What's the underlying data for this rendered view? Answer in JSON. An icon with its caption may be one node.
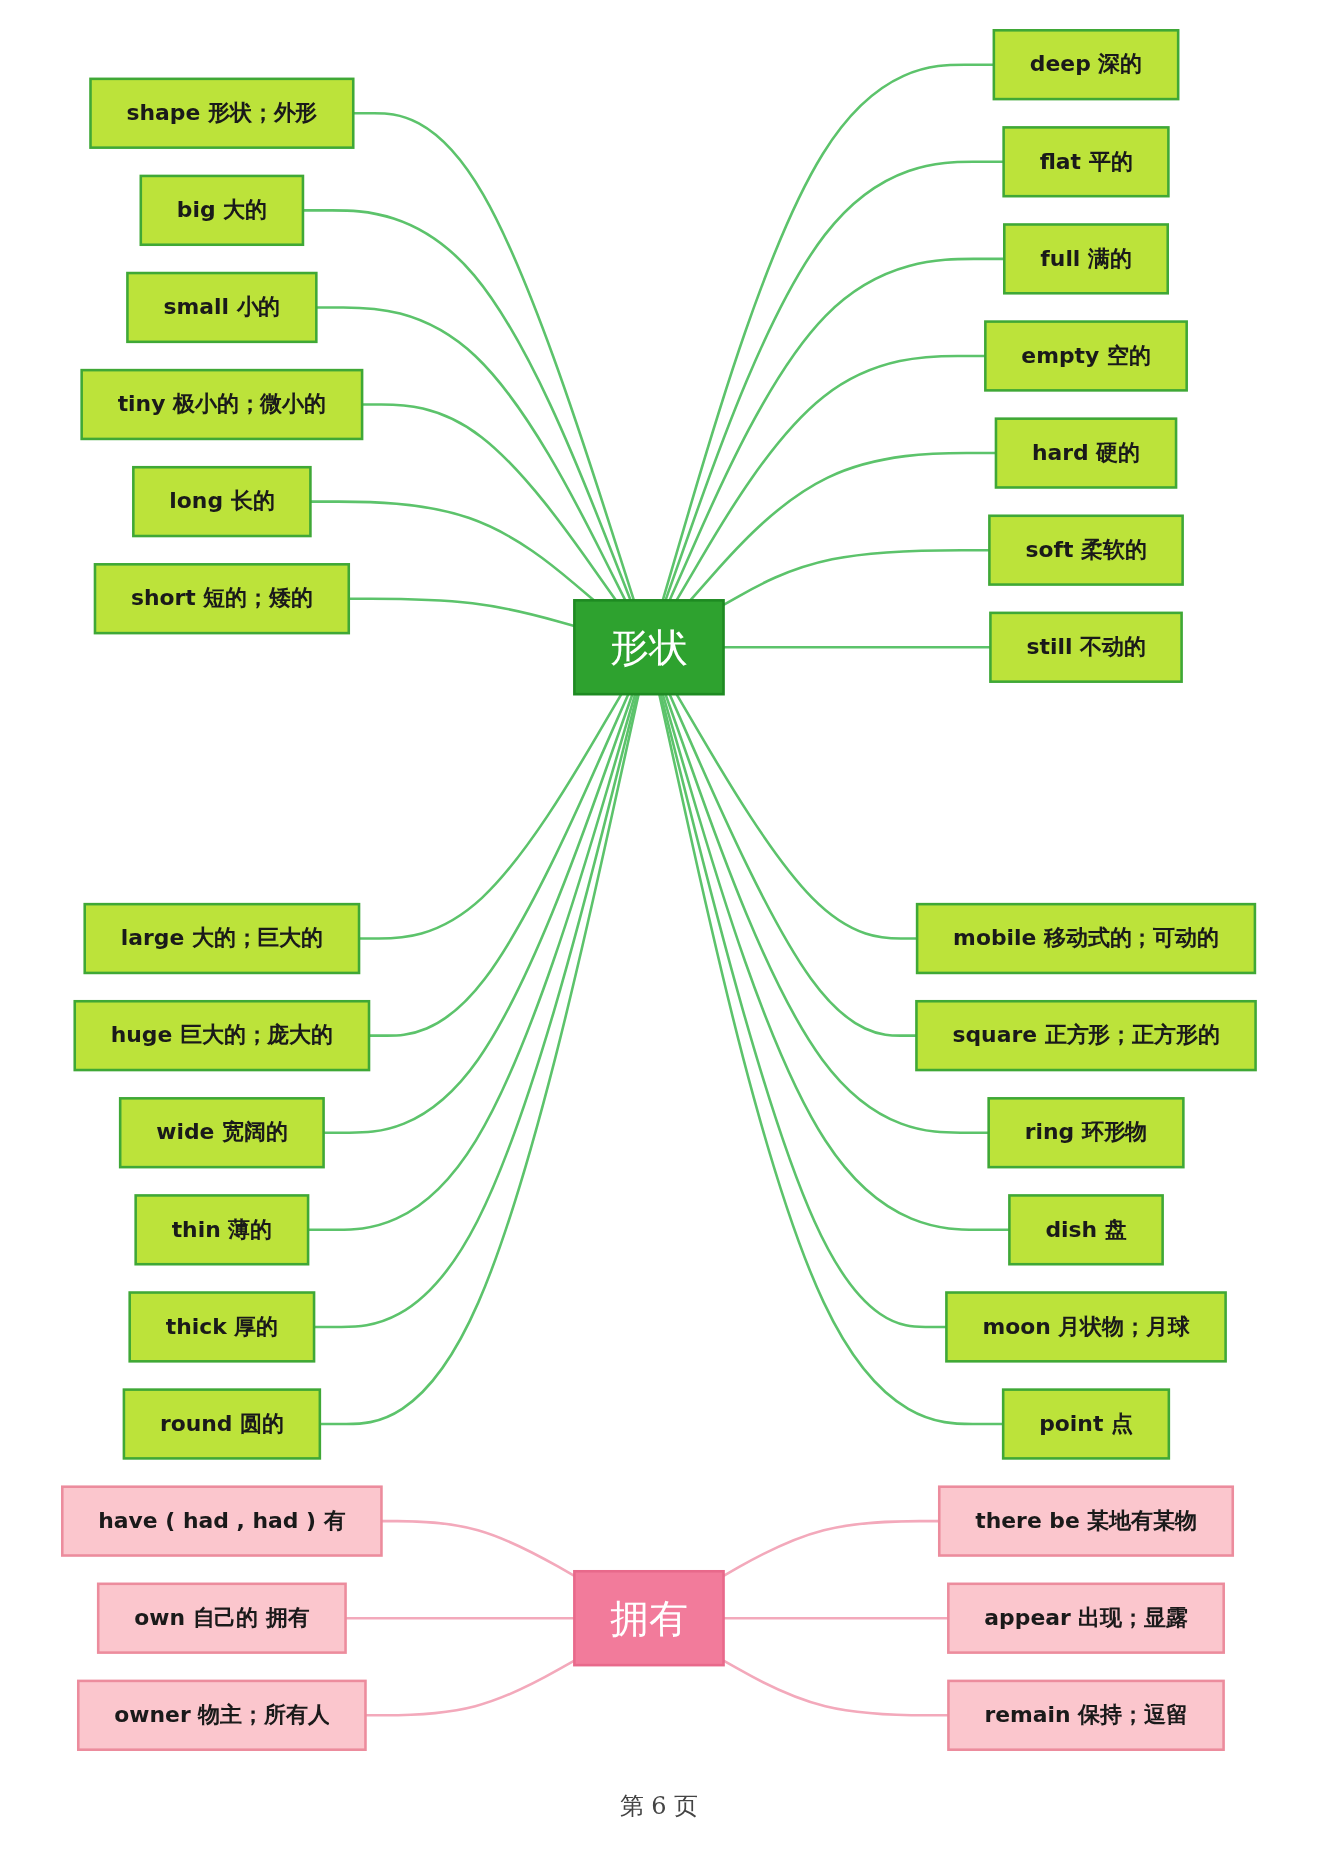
{
  "diagram": {
    "nodes": [
      {
        "text": [
          "形状"
        ]
      },
      {
        "text": [
          "shape 形状；外形"
        ]
      },
      {
        "text": [
          "big 大的"
        ]
      },
      {
        "text": [
          "small 小的"
        ]
      },
      {
        "text": [
          "tiny 极小的；微小的"
        ]
      },
      {
        "text": [
          "long 长的"
        ]
      },
      {
        "text": [
          "short 短的；矮的"
        ]
      },
      {
        "text": [
          "large 大的；巨大的"
        ]
      },
      {
        "text": [
          "huge 巨大的；庞大的"
        ]
      },
      {
        "text": [
          "wide 宽阔的"
        ]
      },
      {
        "text": [
          "thin 薄的"
        ]
      },
      {
        "text": [
          "thick 厚的"
        ]
      },
      {
        "text": [
          "round 圆的"
        ]
      },
      {
        "text": [
          "deep 深的"
        ]
      },
      {
        "text": [
          "flat 平的"
        ]
      },
      {
        "text": [
          "full 满的"
        ]
      },
      {
        "text": [
          "empty 空的"
        ]
      },
      {
        "text": [
          "hard 硬的"
        ]
      },
      {
        "text": [
          "soft 柔软的"
        ]
      },
      {
        "text": [
          "still 不动的"
        ]
      },
      {
        "text": [
          "mobile 移动式的；可动的"
        ]
      },
      {
        "text": [
          "square 正方形；正方形的"
        ]
      },
      {
        "text": [
          "ring 环形物"
        ]
      },
      {
        "text": [
          "dish 盘"
        ]
      },
      {
        "text": [
          "moon 月状物；月球"
        ]
      },
      {
        "text": [
          "point 点"
        ]
      },
      {
        "text": [
          "拥有"
        ]
      },
      {
        "text": [
          "have ( had , had ) 有"
        ]
      },
      {
        "text": [
          "own 自己的 拥有"
        ]
      },
      {
        "text": [
          "owner 物主；所有人"
        ]
      },
      {
        "text": [
          "there be 某地有某物"
        ]
      },
      {
        "text": [
          "appear 出现；显露"
        ]
      },
      {
        "text": [
          "remain 保持；逗留"
        ]
      }
    ],
    "edges": [
      {
        "from": 1,
        "to": 0,
        "arrow": "none"
      },
      {
        "from": 2,
        "to": 0,
        "arrow": "none"
      },
      {
        "from": 3,
        "to": 0,
        "arrow": "none"
      },
      {
        "from": 4,
        "to": 0,
        "arrow": "none"
      },
      {
        "from": 5,
        "to": 0,
        "arrow": "none"
      },
      {
        "from": 6,
        "to": 0,
        "arrow": "none"
      },
      {
        "from": 7,
        "to": 0,
        "arrow": "none"
      },
      {
        "from": 8,
        "to": 0,
        "arrow": "none"
      },
      {
        "from": 9,
        "to": 0,
        "arrow": "none"
      },
      {
        "from": 10,
        "to": 0,
        "arrow": "none"
      },
      {
        "from": 11,
        "to": 0,
        "arrow": "none"
      },
      {
        "from": 12,
        "to": 0,
        "arrow": "none"
      },
      {
        "from": 0,
        "to": 13,
        "arrow": "none"
      },
      {
        "from": 0,
        "to": 14,
        "arrow": "none"
      },
      {
        "from": 0,
        "to": 15,
        "arrow": "none"
      },
      {
        "from": 0,
        "to": 16,
        "arrow": "none"
      },
      {
        "from": 0,
        "to": 17,
        "arrow": "none"
      },
      {
        "from": 0,
        "to": 18,
        "arrow": "none"
      },
      {
        "from": 0,
        "to": 19,
        "arrow": "none"
      },
      {
        "from": 0,
        "to": 20,
        "arrow": "none"
      },
      {
        "from": 0,
        "to": 21,
        "arrow": "none"
      },
      {
        "from": 0,
        "to": 22,
        "arrow": "none"
      },
      {
        "from": 0,
        "to": 23,
        "arrow": "none"
      },
      {
        "from": 0,
        "to": 24,
        "arrow": "none"
      },
      {
        "from": 0,
        "to": 25,
        "arrow": "none"
      },
      {
        "from": 27,
        "to": 26,
        "arrow": "none",
        "color": "#f3a9bb"
      },
      {
        "from": 28,
        "to": 26,
        "arrow": "none",
        "color": "#f3a9bb"
      },
      {
        "from": 29,
        "to": 26,
        "arrow": "none",
        "color": "#f3a9bb"
      },
      {
        "from": 26,
        "to": 30,
        "arrow": "none",
        "color": "#f3a9bb"
      },
      {
        "from": 26,
        "to": 31,
        "arrow": "none",
        "color": "#f3a9bb"
      },
      {
        "from": 26,
        "to": 32,
        "arrow": "none",
        "color": "#f3a9bb"
      }
    ],
    "labels": [
      "第 6 页"
    ]
  }
}
